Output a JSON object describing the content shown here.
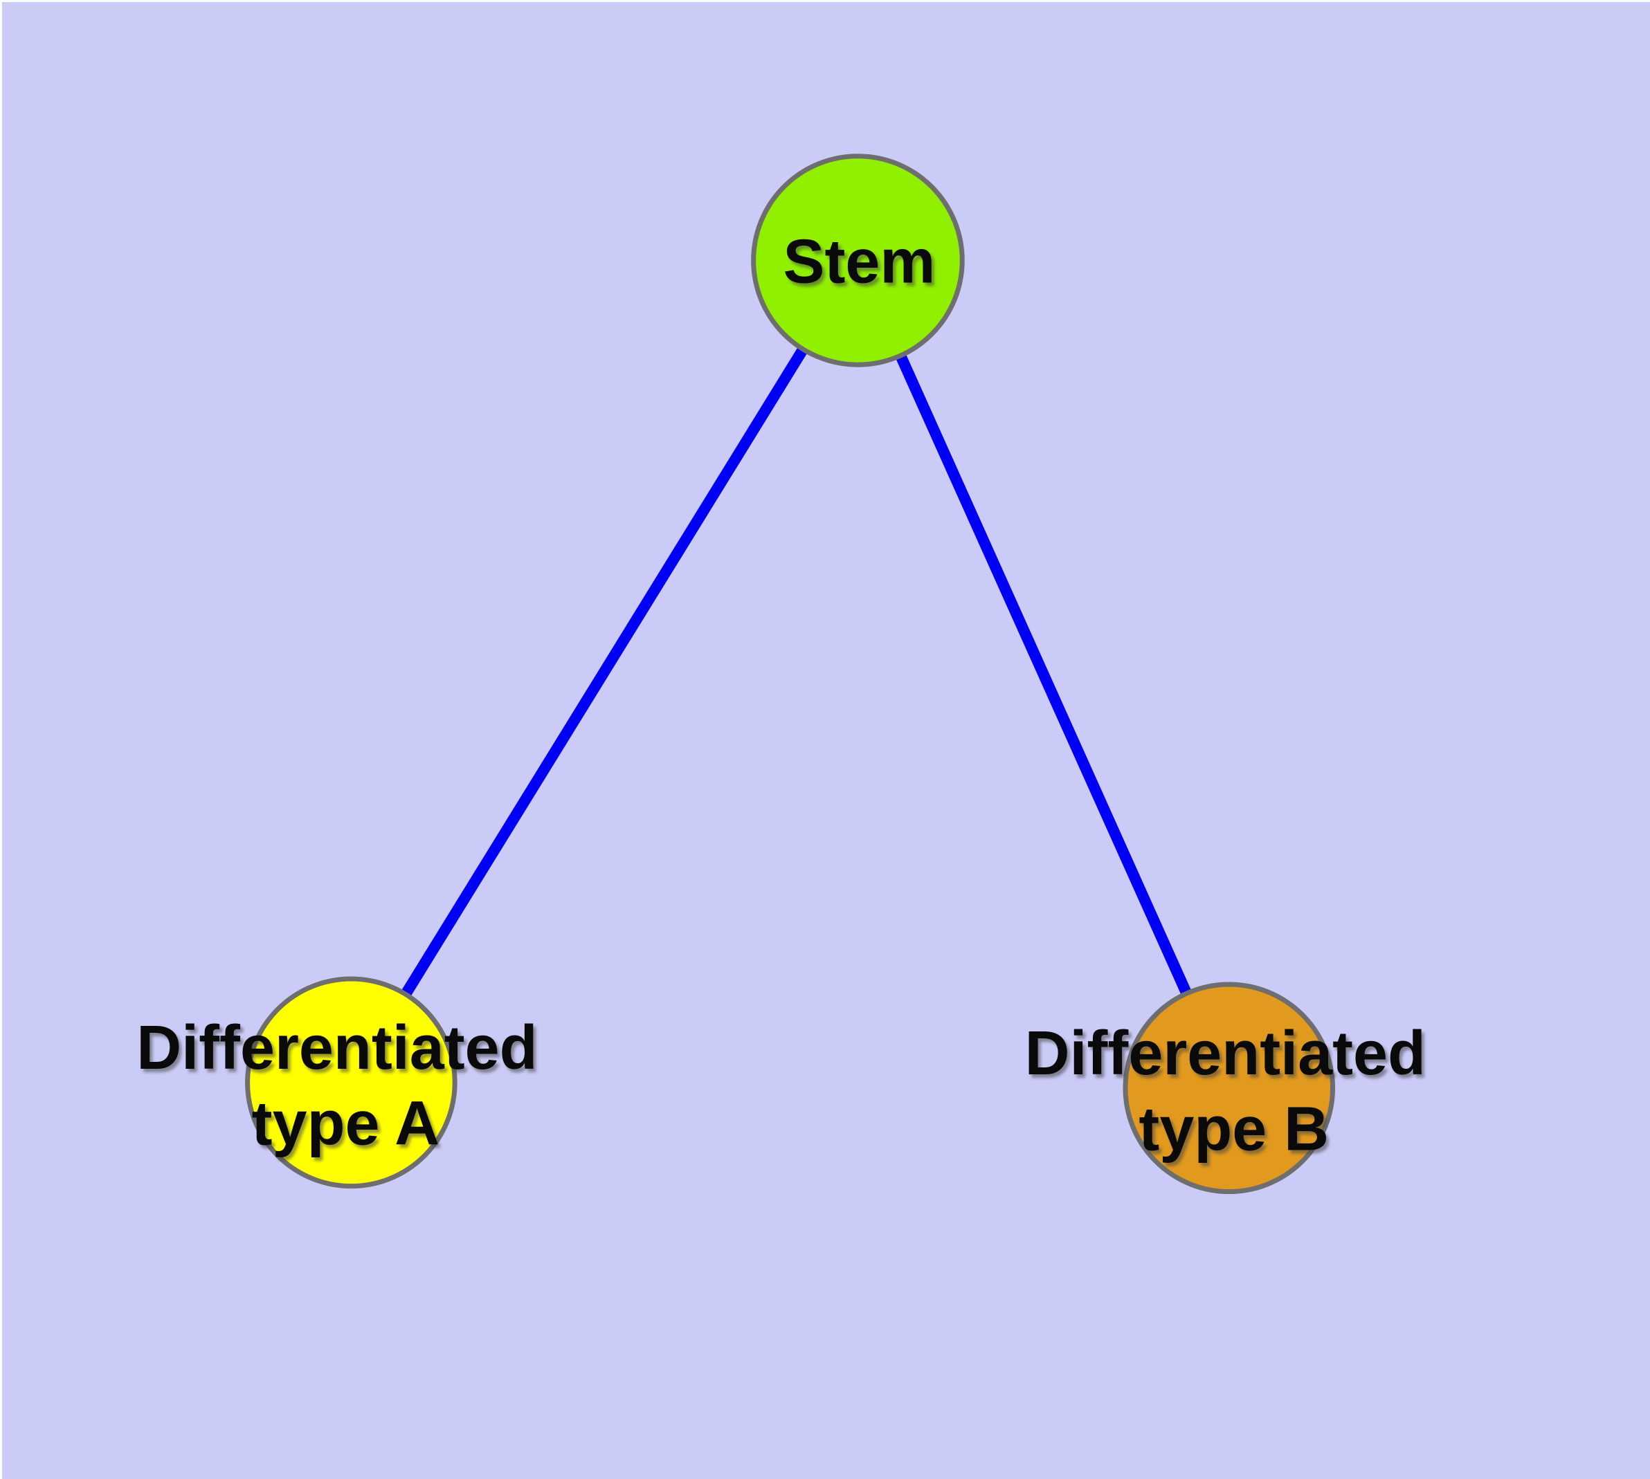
{
  "diagram": {
    "background_color": "#cbcbf7",
    "edge_color": "#0000f5",
    "node_border_color": "#6e6e6e",
    "label_color": "#0a0a0a",
    "nodes": {
      "stem": {
        "label": "Stem",
        "fill_color": "#90f000"
      },
      "type_a": {
        "label_line1": "Differentiated",
        "label_line2": "type A",
        "fill_color": "#ffff00"
      },
      "type_b": {
        "label_line1": "Differentiated",
        "label_line2": "type B",
        "fill_color": "#e1991e"
      }
    },
    "edges": [
      {
        "from": "Stem",
        "to": "Differentiated type A"
      },
      {
        "from": "Stem",
        "to": "Differentiated type B"
      }
    ]
  }
}
